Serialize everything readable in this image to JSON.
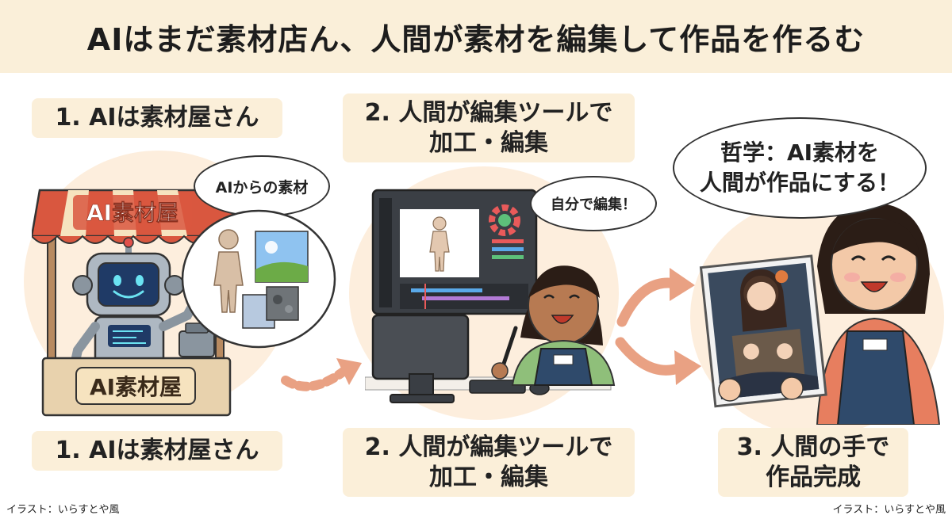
{
  "title": "AIはまだ素材店ん、人間が素材を編集して作品を作るむ",
  "steps": {
    "step1_top": "1. AIは素材屋さん",
    "step2_top_line1": "2. 人間が編集ツールで",
    "step2_top_line2": "加工・編集",
    "step1_bottom": "1. AIは素材屋さん",
    "step2_bottom_line1": "2. 人間が編集ツールで",
    "step2_bottom_line2": "加工・編集",
    "step3_bottom_line1": "3. 人間の手で",
    "step3_bottom_line2": "作品完成"
  },
  "bubbles": {
    "ai_materials": "AIからの素材",
    "self_edit": "自分で編集！",
    "philosophy_line1": "哲学：AI素材を",
    "philosophy_line2": "人間が作品にする！"
  },
  "shop": {
    "sign_top": "AI素材屋",
    "sign_counter": "AI素材屋"
  },
  "credits": {
    "left": "イラスト：いらすとや風",
    "right": "イラスト：いらすとや風"
  },
  "colors": {
    "title_bg": "#faefd9",
    "label_bg": "#fbefd9",
    "blob": "#fdeedd",
    "awning_red": "#d9573f",
    "awning_cream": "#f6e3bf",
    "robot": "#aeb8c2",
    "robot_screen": "#1f3a66",
    "arrow": "#e9a183",
    "apron": "#2f4a6b",
    "woman_shirt_right": "#e77e5f",
    "woman_shirt_mid": "#8fbf7a"
  }
}
